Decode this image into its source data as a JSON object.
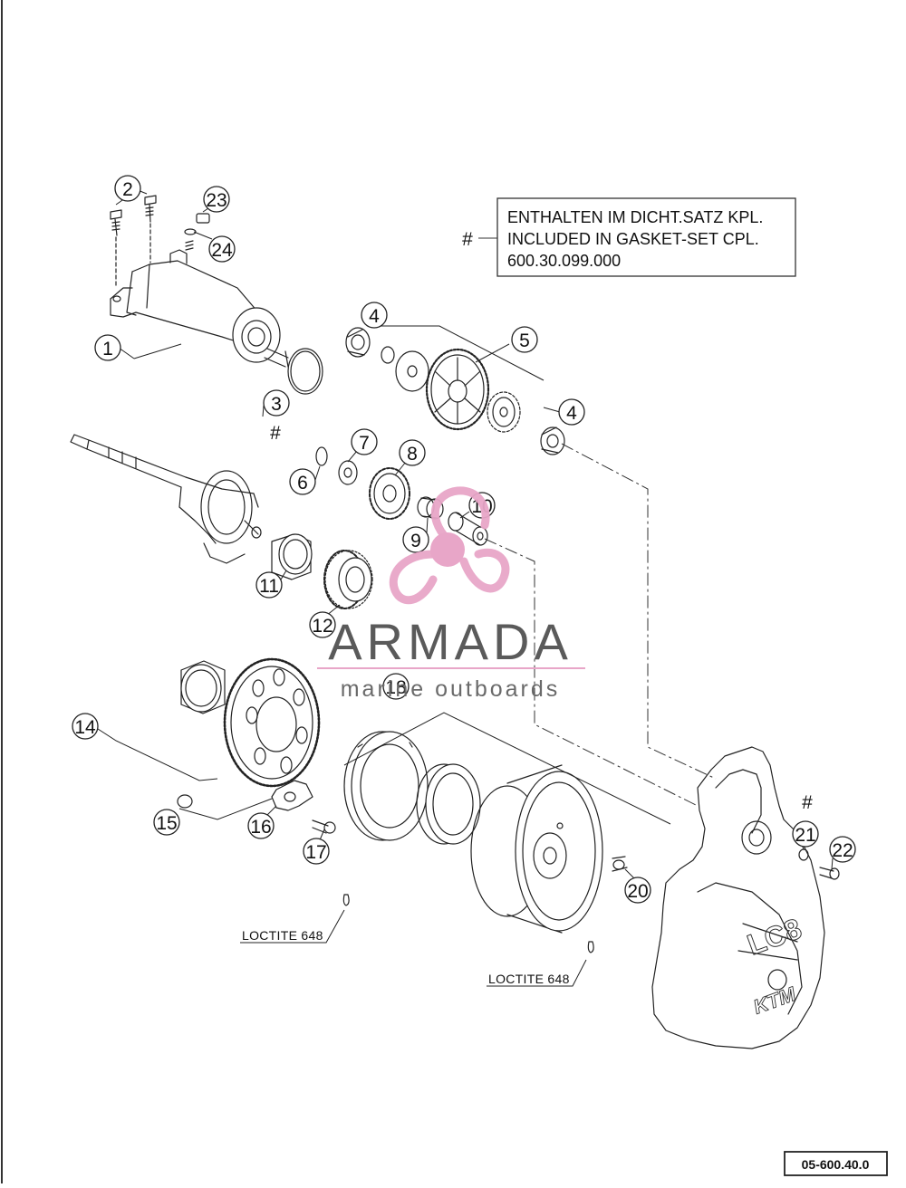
{
  "note": {
    "symbol": "#",
    "lines": [
      "ENTHALTEN IM DICHT.SATZ KPL.",
      "INCLUDED IN GASKET-SET CPL.",
      "600.30.099.000"
    ]
  },
  "callouts": [
    "1",
    "2",
    "3",
    "4",
    "4",
    "5",
    "6",
    "7",
    "8",
    "9",
    "10",
    "11",
    "12",
    "14",
    "15",
    "16",
    "17",
    "18",
    "20",
    "21",
    "22",
    "23",
    "24"
  ],
  "hash_marks": [
    "#",
    "#"
  ],
  "loctite_labels": [
    "LOCTITE 648",
    "LOCTITE 648"
  ],
  "drawing_number": "05-600.40.0",
  "watermark": {
    "title": "ARMADA",
    "subtitle": "marine outboards",
    "accent_color": "#e8a6c8",
    "text_color": "#5a5a5a"
  },
  "colors": {
    "line": "#222222",
    "outline": "#111111",
    "background": "#ffffff"
  }
}
